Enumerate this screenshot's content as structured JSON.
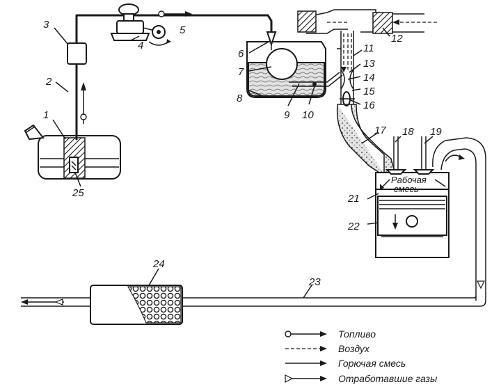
{
  "parts": [
    {
      "number": "1"
    },
    {
      "number": "2"
    },
    {
      "number": "3"
    },
    {
      "number": "4"
    },
    {
      "number": "5"
    },
    {
      "number": "6"
    },
    {
      "number": "7"
    },
    {
      "number": "8"
    },
    {
      "number": "9"
    },
    {
      "number": "10"
    },
    {
      "number": "11"
    },
    {
      "number": "12"
    },
    {
      "number": "13"
    },
    {
      "number": "14"
    },
    {
      "number": "15"
    },
    {
      "number": "16"
    },
    {
      "number": "17"
    },
    {
      "number": "18"
    },
    {
      "number": "19"
    },
    {
      "number": "21"
    },
    {
      "number": "22"
    },
    {
      "number": "23"
    },
    {
      "number": "24"
    },
    {
      "number": "25"
    }
  ],
  "chamber_label": {
    "line1": "Рабочая",
    "line2": "смесь"
  },
  "legend": {
    "fuel": "Топливо",
    "air": "Воздух",
    "mixture": "Горючая смесь",
    "exhaust": "Отработавшие газы"
  }
}
